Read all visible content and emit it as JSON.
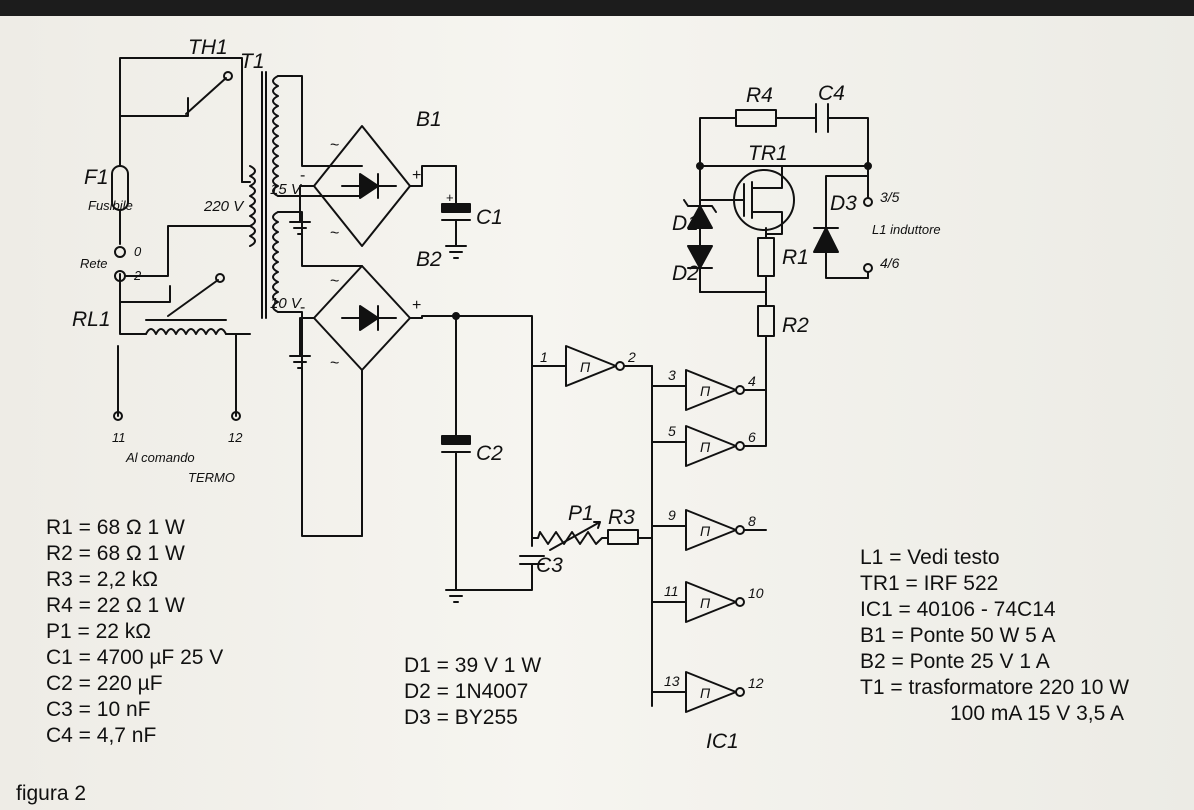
{
  "labels": {
    "TH1": "TH1",
    "F1": "F1",
    "fusibile": "Fusibile",
    "rete": "Rete",
    "t0": "0",
    "t2": "2",
    "T1": "T1",
    "v220": "220 V",
    "v15": "15 V",
    "v10": "10 V",
    "B1": "B1",
    "B2": "B2",
    "C1": "C1",
    "C2": "C2",
    "C3": "C3",
    "C4": "C4",
    "RL1": "RL1",
    "t11": "11",
    "t12": "12",
    "comando": "Al comando",
    "termo": "TERMO",
    "R1": "R1",
    "R2": "R2",
    "R3": "R3",
    "R4": "R4",
    "P1": "P1",
    "TR1": "TR1",
    "D1": "D1",
    "D2": "D2",
    "D3": "D3",
    "t35": "3/5",
    "t46": "4/6",
    "L1": "L1 induttore",
    "IC1": "IC1",
    "schmitt": "Π",
    "pins": [
      "1",
      "2",
      "3",
      "4",
      "5",
      "6",
      "9",
      "8",
      "11",
      "10",
      "13",
      "12"
    ]
  },
  "components": {
    "left": [
      "R1 = 68 Ω 1 W",
      "R2 = 68 Ω 1 W",
      "R3 = 2,2 kΩ",
      "R4 = 22 Ω 1 W",
      "P1 = 22 kΩ",
      "C1 = 4700 µF 25 V",
      "C2 = 220 µF",
      "C3 = 10 nF",
      "C4 = 4,7 nF"
    ],
    "middle": [
      "D1 = 39 V 1 W",
      "D2 = 1N4007",
      "D3 = BY255"
    ],
    "right": [
      "L1 = Vedi testo",
      "TR1 = IRF 522",
      "IC1 = 40106 - 74C14",
      "B1 = Ponte 50 W 5 A",
      "B2 = Ponte 25 V 1 A",
      "T1 = trasformatore 220 10 W",
      "100 mA 15 V 3,5 A"
    ]
  },
  "caption": "figura 2",
  "colors": {
    "ink": "#111111",
    "paper": "#f6f5f0",
    "topbar": "#1c1c1c"
  }
}
